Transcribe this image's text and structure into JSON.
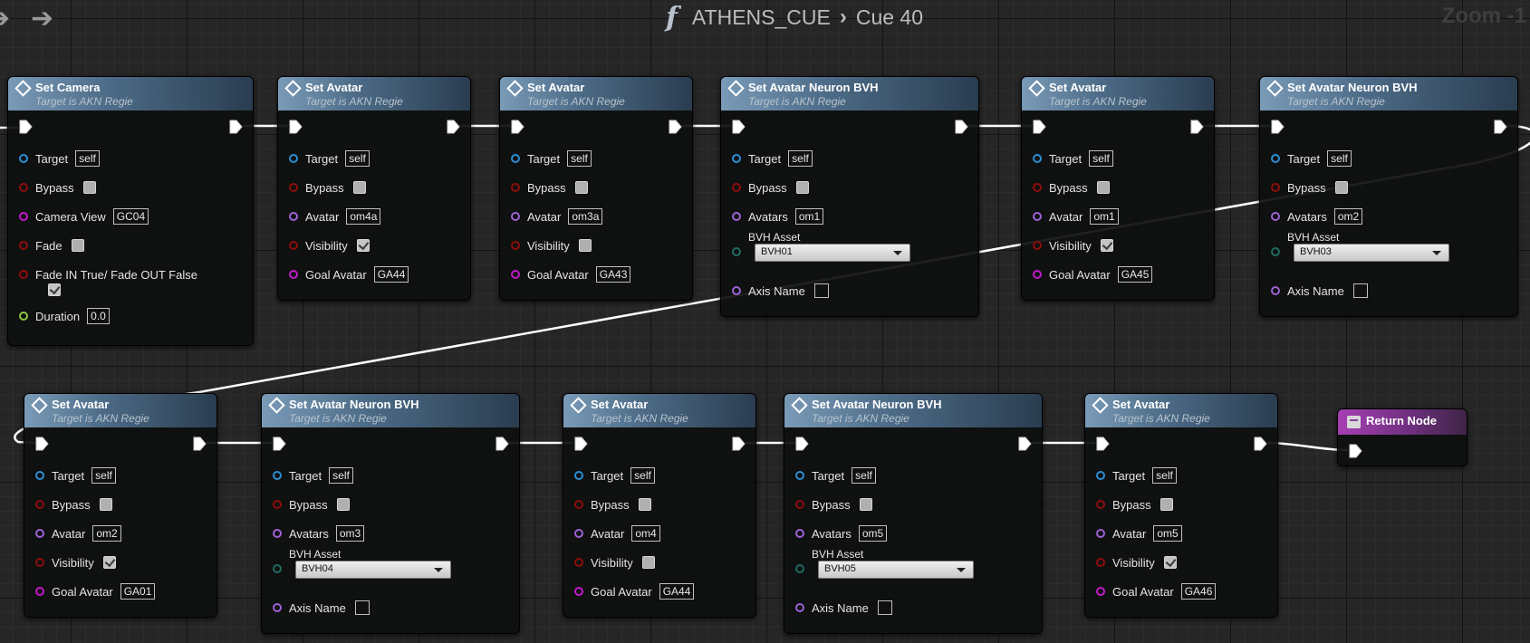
{
  "toolbar": {
    "back_icon": "back-arrow-icon",
    "forward_icon": "forward-arrow-icon",
    "function_icon": "f",
    "breadcrumb": [
      "ATHENS_CUE",
      "Cue 40"
    ],
    "zoom": "Zoom -1"
  },
  "colors": {
    "header_blue": "#5f7f9c",
    "return_purple": "#9a3ba8",
    "pin_target": "#2a8fd4",
    "pin_bool": "#8e0d0d",
    "pin_name": "#c219c9",
    "pin_object": "#9d62d4",
    "pin_asset": "#1e6b62",
    "pin_float": "#8ac640"
  },
  "subtitle": "Target is AKN Regie",
  "nodes": [
    {
      "title": "Set Camera",
      "rows": [
        {
          "label": "Target",
          "pin": "target",
          "kind": "tag",
          "value": "self"
        },
        {
          "label": "Bypass",
          "pin": "bool",
          "kind": "check",
          "checked": false
        },
        {
          "label": "Camera View",
          "pin": "name",
          "kind": "tag",
          "value": "GC04"
        },
        {
          "label": "Fade",
          "pin": "bool",
          "kind": "check",
          "checked": false
        },
        {
          "label": "Fade IN True/ Fade OUT False",
          "pin": "bool",
          "kind": "checkbelow",
          "checked": true
        },
        {
          "label": "Duration",
          "pin": "float",
          "kind": "tag",
          "value": "0.0"
        }
      ]
    },
    {
      "title": "Set Avatar",
      "rows": [
        {
          "label": "Target",
          "pin": "target",
          "kind": "tag",
          "value": "self"
        },
        {
          "label": "Bypass",
          "pin": "bool",
          "kind": "check",
          "checked": false
        },
        {
          "label": "Avatar",
          "pin": "object",
          "kind": "tag",
          "value": "om4a"
        },
        {
          "label": "Visibility",
          "pin": "bool",
          "kind": "check",
          "checked": true
        },
        {
          "label": "Goal Avatar",
          "pin": "name",
          "kind": "tag",
          "value": "GA44"
        }
      ]
    },
    {
      "title": "Set Avatar",
      "rows": [
        {
          "label": "Target",
          "pin": "target",
          "kind": "tag",
          "value": "self"
        },
        {
          "label": "Bypass",
          "pin": "bool",
          "kind": "check",
          "checked": false
        },
        {
          "label": "Avatar",
          "pin": "object",
          "kind": "tag",
          "value": "om3a"
        },
        {
          "label": "Visibility",
          "pin": "bool",
          "kind": "check",
          "checked": false
        },
        {
          "label": "Goal Avatar",
          "pin": "name",
          "kind": "tag",
          "value": "GA43"
        }
      ]
    },
    {
      "title": "Set Avatar Neuron BVH",
      "rows": [
        {
          "label": "Target",
          "pin": "target",
          "kind": "tag",
          "value": "self"
        },
        {
          "label": "Bypass",
          "pin": "bool",
          "kind": "check",
          "checked": false
        },
        {
          "label": "Avatars",
          "pin": "object",
          "kind": "tag",
          "value": "om1"
        },
        {
          "label": "BVH Asset",
          "pin": "asset",
          "kind": "dropdown",
          "value": "BVH01"
        },
        {
          "label": "Axis Name",
          "pin": "object",
          "kind": "textbox"
        }
      ]
    },
    {
      "title": "Set Avatar",
      "rows": [
        {
          "label": "Target",
          "pin": "target",
          "kind": "tag",
          "value": "self"
        },
        {
          "label": "Bypass",
          "pin": "bool",
          "kind": "check",
          "checked": false
        },
        {
          "label": "Avatar",
          "pin": "object",
          "kind": "tag",
          "value": "om1"
        },
        {
          "label": "Visibility",
          "pin": "bool",
          "kind": "check",
          "checked": true
        },
        {
          "label": "Goal Avatar",
          "pin": "name",
          "kind": "tag",
          "value": "GA45"
        }
      ]
    },
    {
      "title": "Set Avatar Neuron BVH",
      "rows": [
        {
          "label": "Target",
          "pin": "target",
          "kind": "tag",
          "value": "self"
        },
        {
          "label": "Bypass",
          "pin": "bool",
          "kind": "check",
          "checked": false
        },
        {
          "label": "Avatars",
          "pin": "object",
          "kind": "tag",
          "value": "om2"
        },
        {
          "label": "BVH Asset",
          "pin": "asset",
          "kind": "dropdown",
          "value": "BVH03"
        },
        {
          "label": "Axis Name",
          "pin": "object",
          "kind": "textbox"
        }
      ]
    },
    {
      "title": "Set Avatar",
      "rows": [
        {
          "label": "Target",
          "pin": "target",
          "kind": "tag",
          "value": "self"
        },
        {
          "label": "Bypass",
          "pin": "bool",
          "kind": "check",
          "checked": false
        },
        {
          "label": "Avatar",
          "pin": "object",
          "kind": "tag",
          "value": "om2"
        },
        {
          "label": "Visibility",
          "pin": "bool",
          "kind": "check",
          "checked": true
        },
        {
          "label": "Goal Avatar",
          "pin": "name",
          "kind": "tag",
          "value": "GA01"
        }
      ]
    },
    {
      "title": "Set Avatar Neuron BVH",
      "rows": [
        {
          "label": "Target",
          "pin": "target",
          "kind": "tag",
          "value": "self"
        },
        {
          "label": "Bypass",
          "pin": "bool",
          "kind": "check",
          "checked": false
        },
        {
          "label": "Avatars",
          "pin": "object",
          "kind": "tag",
          "value": "om3"
        },
        {
          "label": "BVH Asset",
          "pin": "asset",
          "kind": "dropdown",
          "value": "BVH04"
        },
        {
          "label": "Axis Name",
          "pin": "object",
          "kind": "textbox"
        }
      ]
    },
    {
      "title": "Set Avatar",
      "rows": [
        {
          "label": "Target",
          "pin": "target",
          "kind": "tag",
          "value": "self"
        },
        {
          "label": "Bypass",
          "pin": "bool",
          "kind": "check",
          "checked": false
        },
        {
          "label": "Avatar",
          "pin": "object",
          "kind": "tag",
          "value": "om4"
        },
        {
          "label": "Visibility",
          "pin": "bool",
          "kind": "check",
          "checked": false
        },
        {
          "label": "Goal Avatar",
          "pin": "name",
          "kind": "tag",
          "value": "GA44"
        }
      ]
    },
    {
      "title": "Set Avatar Neuron BVH",
      "rows": [
        {
          "label": "Target",
          "pin": "target",
          "kind": "tag",
          "value": "self"
        },
        {
          "label": "Bypass",
          "pin": "bool",
          "kind": "check",
          "checked": false
        },
        {
          "label": "Avatars",
          "pin": "object",
          "kind": "tag",
          "value": "om5"
        },
        {
          "label": "BVH Asset",
          "pin": "asset",
          "kind": "dropdown",
          "value": "BVH05"
        },
        {
          "label": "Axis Name",
          "pin": "object",
          "kind": "textbox"
        }
      ]
    },
    {
      "title": "Set Avatar",
      "rows": [
        {
          "label": "Target",
          "pin": "target",
          "kind": "tag",
          "value": "self"
        },
        {
          "label": "Bypass",
          "pin": "bool",
          "kind": "check",
          "checked": false
        },
        {
          "label": "Avatar",
          "pin": "object",
          "kind": "tag",
          "value": "om5"
        },
        {
          "label": "Visibility",
          "pin": "bool",
          "kind": "check",
          "checked": true
        },
        {
          "label": "Goal Avatar",
          "pin": "name",
          "kind": "tag",
          "value": "GA46"
        }
      ]
    },
    {
      "title": "Return Node",
      "return": true,
      "rows": []
    }
  ]
}
